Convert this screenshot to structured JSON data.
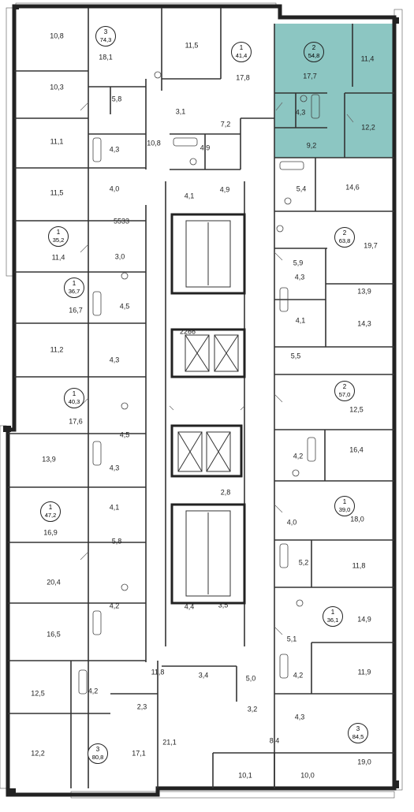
{
  "highlight_color": "#8cc6c2",
  "apartments": [
    {
      "id": "apt-74-3",
      "rooms": "3",
      "area": "74,3"
    },
    {
      "id": "apt-41-4",
      "rooms": "1",
      "area": "41,4"
    },
    {
      "id": "apt-54-8",
      "rooms": "2",
      "area": "54,8",
      "highlighted": true
    },
    {
      "id": "apt-35-2",
      "rooms": "1",
      "area": "35,2"
    },
    {
      "id": "apt-63-8",
      "rooms": "2",
      "area": "63,8"
    },
    {
      "id": "apt-36-7",
      "rooms": "1",
      "area": "36,7"
    },
    {
      "id": "apt-40-3",
      "rooms": "1",
      "area": "40,3"
    },
    {
      "id": "apt-57-0",
      "rooms": "2",
      "area": "57,0"
    },
    {
      "id": "apt-47-2",
      "rooms": "1",
      "area": "47,2"
    },
    {
      "id": "apt-39-0",
      "rooms": "1",
      "area": "39,0"
    },
    {
      "id": "apt-36-1",
      "rooms": "1",
      "area": "36,1"
    },
    {
      "id": "apt-80-8",
      "rooms": "3",
      "area": "80,8"
    },
    {
      "id": "apt-84-5",
      "rooms": "3",
      "area": "84,5"
    }
  ],
  "room_areas": [
    "10,8",
    "18,1",
    "11,5",
    "17,8",
    "17,7",
    "11,4",
    "10,3",
    "5,8",
    "3,1",
    "7,2",
    "4,3",
    "12,2",
    "9,2",
    "11,1",
    "4,3",
    "10,8",
    "4,9",
    "4,0",
    "4,1",
    "4,9",
    "11,5",
    "5,4",
    "14,6",
    "5533",
    "11,4",
    "3,0",
    "19,7",
    "5,9",
    "4,3",
    "13,9",
    "16,7",
    "4,5",
    "4,1",
    "14,3",
    "2266",
    "11,2",
    "4,3",
    "5,5",
    "12,5",
    "17,6",
    "4,5",
    "16,4",
    "13,9",
    "4,3",
    "4,2",
    "4,1",
    "2,8",
    "16,9",
    "5,8",
    "18,0",
    "4,0",
    "5,2",
    "20,4",
    "11,8",
    "4,2",
    "14,9",
    "16,5",
    "4,4",
    "3,5",
    "5,1",
    "11,9",
    "11,8",
    "3,4",
    "5,0",
    "4,2",
    "12,5",
    "4,2",
    "2,3",
    "3,2",
    "4,3",
    "21,1",
    "8,4",
    "12,2",
    "17,1",
    "10,1",
    "10,0",
    "19,0"
  ]
}
